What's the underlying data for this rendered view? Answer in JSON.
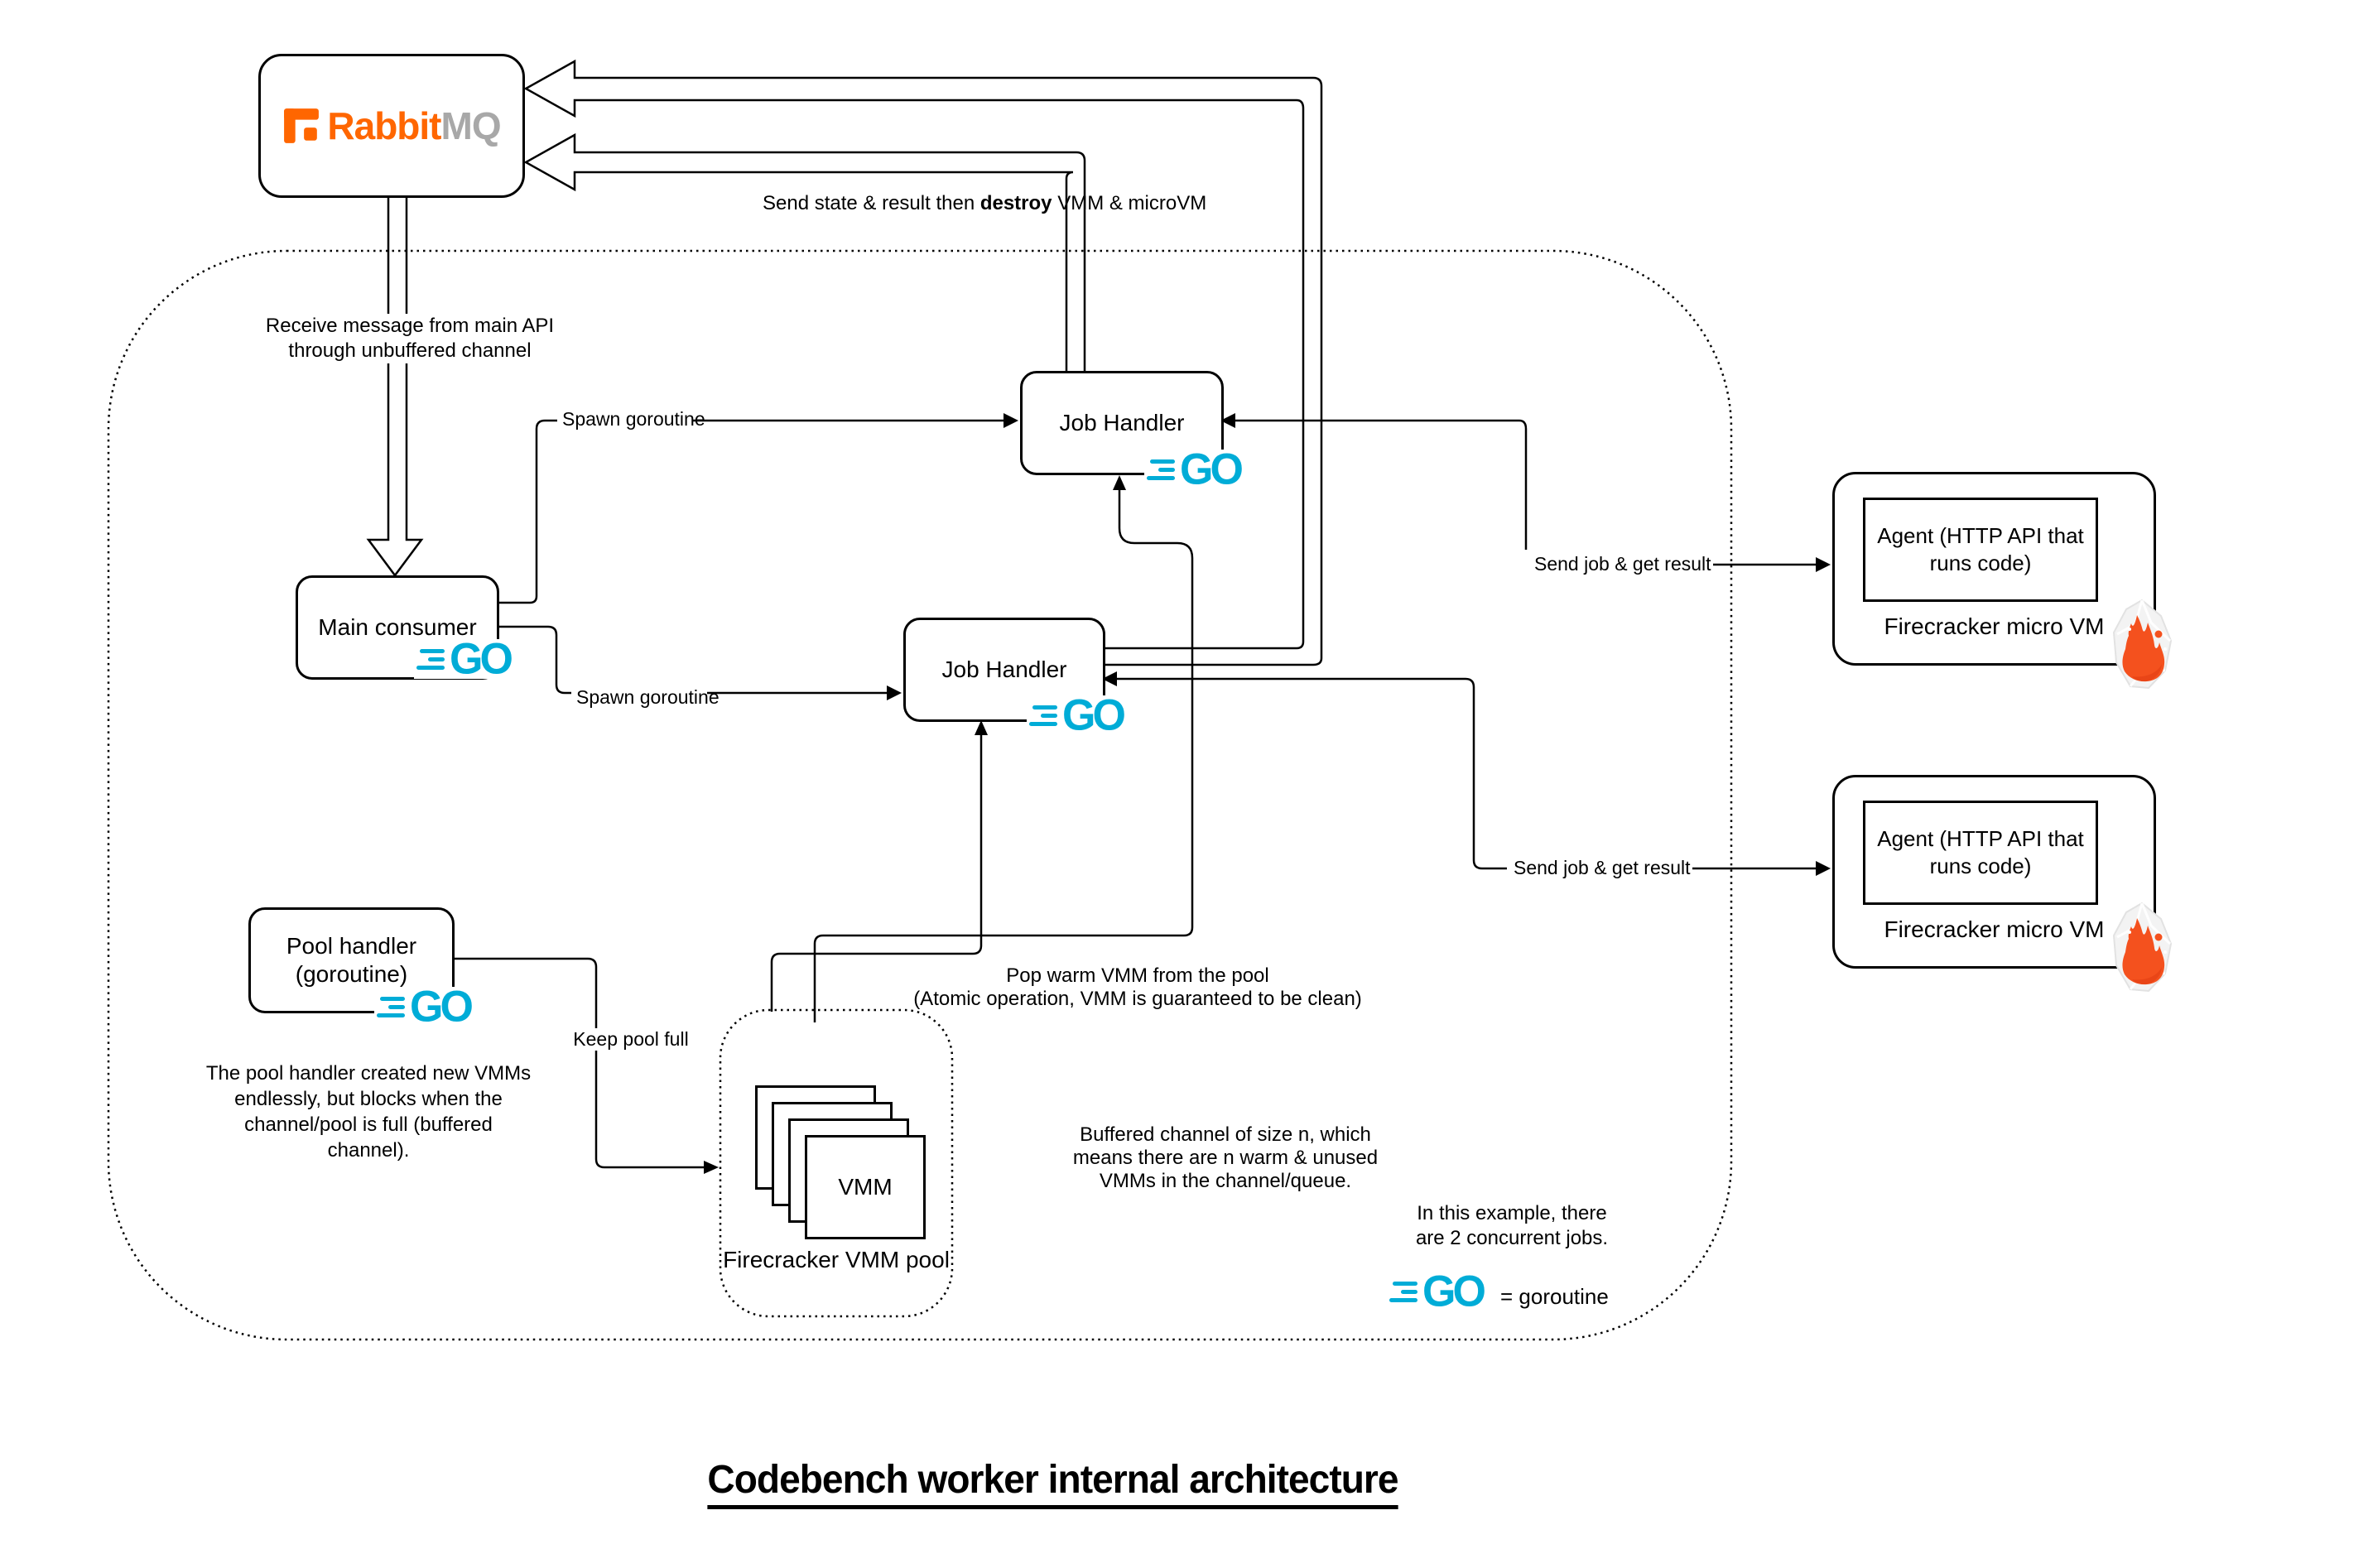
{
  "title": "Codebench worker internal architecture",
  "colors": {
    "go_cyan": "#00ACD7",
    "rabbit_orange": "#FF6600",
    "rabbit_gray": "#A8A8A8",
    "flame_orange": "#F4511E",
    "line_black": "#000000"
  },
  "logos": {
    "go": "GO"
  },
  "rabbitmq": {
    "word_orange": "Rabbit",
    "word_gray": "MQ"
  },
  "nodes": {
    "main_consumer": "Main consumer",
    "job_handler_top": "Job Handler",
    "job_handler_mid": "Job Handler",
    "pool_handler": [
      "Pool handler",
      "(goroutine)"
    ],
    "vmm": "VMM",
    "vmm_pool_caption": "Firecracker VMM pool",
    "agent_line1": "Agent (HTTP API that",
    "agent_line2": "runs code)",
    "agent_caption": "Firecracker micro VM"
  },
  "labels": {
    "send_state_prefix": "Send state & result then ",
    "send_state_bold": "destroy",
    "send_state_suffix": " VMM & microVM",
    "receive": [
      "Receive message from main API",
      "through unbuffered channel"
    ],
    "spawn_top": "Spawn goroutine",
    "spawn_mid": "Spawn goroutine",
    "send_job_top": "Send job & get result",
    "send_job_mid": "Send job & get result",
    "keep_pool": "Keep pool full",
    "pop_warm": [
      "Pop warm VMM from the pool",
      "(Atomic operation, VMM is guaranteed to be clean)"
    ],
    "buffered": [
      "Buffered channel of size n, which",
      "means there are n warm & unused",
      "VMMs in the channel/queue."
    ],
    "example": [
      "In this example, there",
      "are 2 concurrent jobs."
    ],
    "legend_equals": "= goroutine"
  },
  "notes": {
    "pool_handler_desc": [
      "The pool handler created new VMMs",
      "endlessly, but blocks when the",
      "channel/pool is full (buffered",
      "channel)."
    ]
  }
}
